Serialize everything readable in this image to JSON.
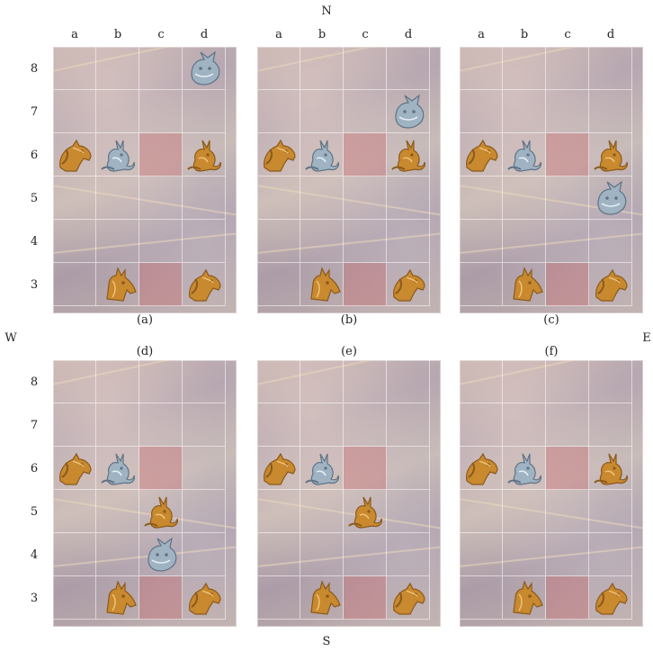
{
  "compass": {
    "north": "N",
    "south": "S",
    "west": "W",
    "east": "E"
  },
  "files": [
    "a",
    "b",
    "c",
    "d"
  ],
  "ranks": [
    "8",
    "7",
    "6",
    "5",
    "4",
    "3"
  ],
  "colors": {
    "gold": "#c8892f",
    "silver": "#9fb3c2",
    "highlight": "#c85a5f"
  },
  "boards": [
    {
      "label": "(a)",
      "pieces": [
        {
          "square": "d8",
          "type": "cat",
          "color": "silver"
        },
        {
          "square": "a6",
          "type": "horse",
          "color": "gold"
        },
        {
          "square": "b6",
          "type": "rabbit",
          "color": "silver"
        },
        {
          "square": "d6",
          "type": "rabbit",
          "color": "gold"
        },
        {
          "square": "b3",
          "type": "dog",
          "color": "gold"
        },
        {
          "square": "d3",
          "type": "horse",
          "color": "gold"
        }
      ]
    },
    {
      "label": "(b)",
      "pieces": [
        {
          "square": "d7",
          "type": "cat",
          "color": "silver"
        },
        {
          "square": "a6",
          "type": "horse",
          "color": "gold"
        },
        {
          "square": "b6",
          "type": "rabbit",
          "color": "silver"
        },
        {
          "square": "d6",
          "type": "rabbit",
          "color": "gold"
        },
        {
          "square": "b3",
          "type": "dog",
          "color": "gold"
        },
        {
          "square": "d3",
          "type": "horse",
          "color": "gold"
        }
      ]
    },
    {
      "label": "(c)",
      "pieces": [
        {
          "square": "d5",
          "type": "cat",
          "color": "silver"
        },
        {
          "square": "a6",
          "type": "horse",
          "color": "gold"
        },
        {
          "square": "b6",
          "type": "rabbit",
          "color": "silver"
        },
        {
          "square": "d6",
          "type": "rabbit",
          "color": "gold"
        },
        {
          "square": "b3",
          "type": "dog",
          "color": "gold"
        },
        {
          "square": "d3",
          "type": "horse",
          "color": "gold"
        }
      ]
    },
    {
      "label": "(d)",
      "pieces": [
        {
          "square": "a6",
          "type": "horse",
          "color": "gold"
        },
        {
          "square": "b6",
          "type": "rabbit",
          "color": "silver"
        },
        {
          "square": "c5",
          "type": "rabbit",
          "color": "gold"
        },
        {
          "square": "c4",
          "type": "cat",
          "color": "silver"
        },
        {
          "square": "b3",
          "type": "dog",
          "color": "gold"
        },
        {
          "square": "d3",
          "type": "horse",
          "color": "gold"
        }
      ]
    },
    {
      "label": "(e)",
      "pieces": [
        {
          "square": "a6",
          "type": "horse",
          "color": "gold"
        },
        {
          "square": "b6",
          "type": "rabbit",
          "color": "silver"
        },
        {
          "square": "c5",
          "type": "rabbit",
          "color": "gold"
        },
        {
          "square": "b3",
          "type": "dog",
          "color": "gold"
        },
        {
          "square": "d3",
          "type": "horse",
          "color": "gold"
        }
      ]
    },
    {
      "label": "(f)",
      "pieces": [
        {
          "square": "a6",
          "type": "horse",
          "color": "gold"
        },
        {
          "square": "b6",
          "type": "rabbit",
          "color": "silver"
        },
        {
          "square": "d6",
          "type": "rabbit",
          "color": "gold"
        },
        {
          "square": "b3",
          "type": "dog",
          "color": "gold"
        },
        {
          "square": "d3",
          "type": "horse",
          "color": "gold"
        }
      ]
    }
  ]
}
